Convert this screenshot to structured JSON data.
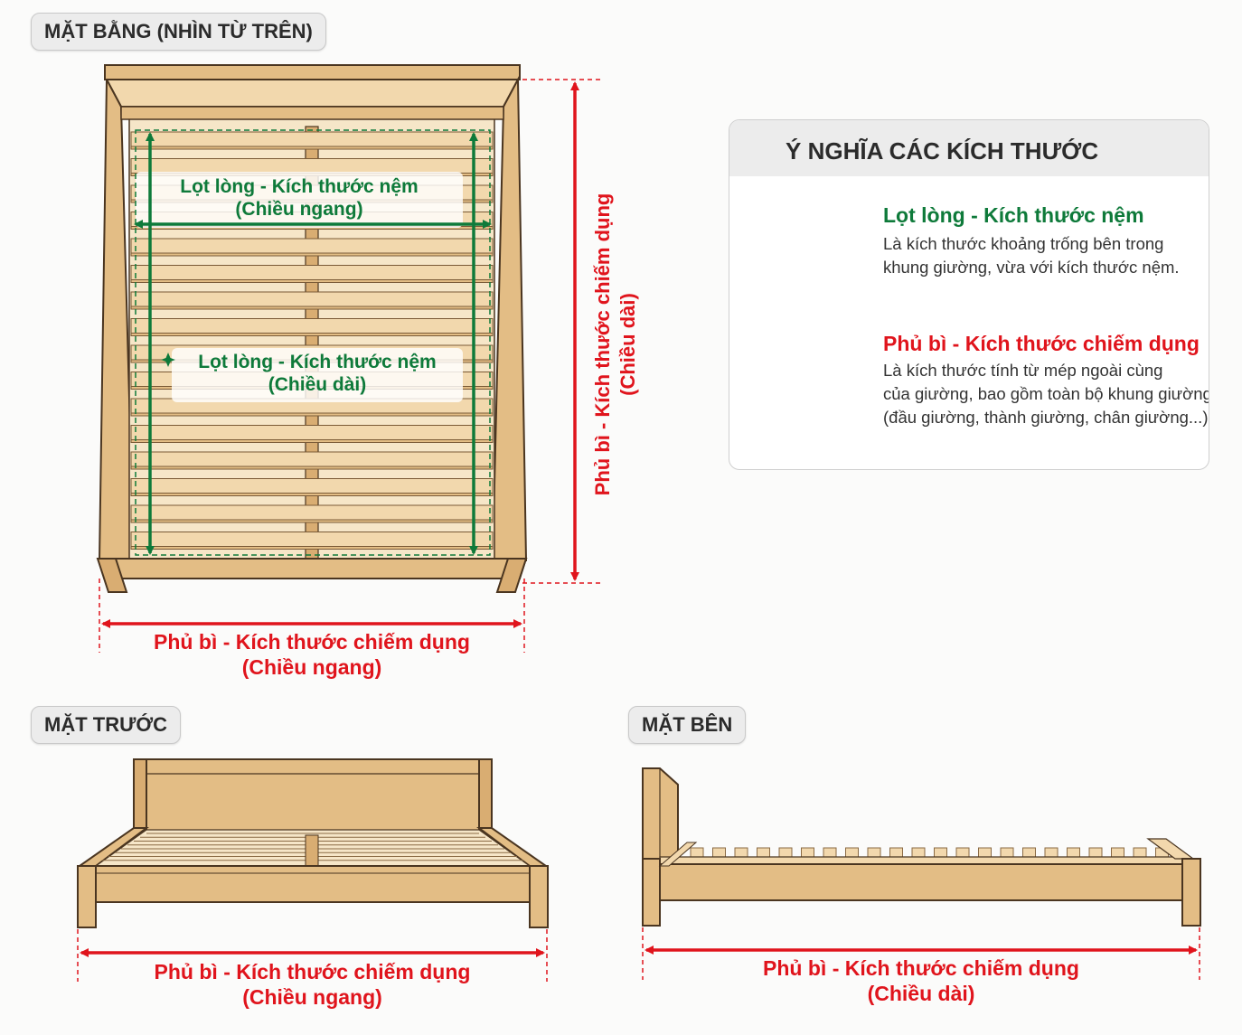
{
  "sections": {
    "top_view": "MẶT BẰNG (NHÌN TỪ TRÊN)",
    "front_view": "MẶT TRƯỚC",
    "side_view": "MẶT BÊN"
  },
  "top_view_labels": {
    "inner_width_line1": "Lọt lòng - Kích thước nệm",
    "inner_width_line2": "(Chiều ngang)",
    "inner_length_line1": "Lọt lòng - Kích thước nệm",
    "inner_length_line2": "(Chiều dài)",
    "outer_length_line1": "Phủ bì - Kích thước chiếm dụng",
    "outer_length_line2": "(Chiều dài)",
    "outer_width_line1": "Phủ bì - Kích thước chiếm dụng",
    "outer_width_line2": "(Chiều ngang)"
  },
  "front_view_labels": {
    "line1": "Phủ bì - Kích thước chiếm dụng",
    "line2": "(Chiều ngang)"
  },
  "side_view_labels": {
    "line1": "Phủ bì - Kích thước chiếm dụng",
    "line2": "(Chiều dài)"
  },
  "legend": {
    "title": "Ý NGHĨA CÁC KÍCH THƯỚC",
    "items": [
      {
        "title": "Lọt lòng - Kích thước nệm",
        "desc_line1": "Là kích thước khoảng trống bên trong",
        "desc_line2": "khung giường, vừa với kích thước nệm.",
        "color": "#0e7a3a"
      },
      {
        "title": "Phủ bì - Kích thước chiếm dụng",
        "desc_line1": "Là kích thước tính từ mép ngoài cùng",
        "desc_line2": "của giường, bao gồm toàn bộ khung giường",
        "desc_line3": "(đầu giường, thành giường, chân giường...).",
        "color": "#e0141c"
      }
    ]
  },
  "colors": {
    "wood_light": "#f2d8ad",
    "wood_mid": "#e3bd85",
    "wood_dark": "#b9884f",
    "outline": "#4a3520",
    "red": "#e0141c",
    "green": "#0e7a3a"
  }
}
